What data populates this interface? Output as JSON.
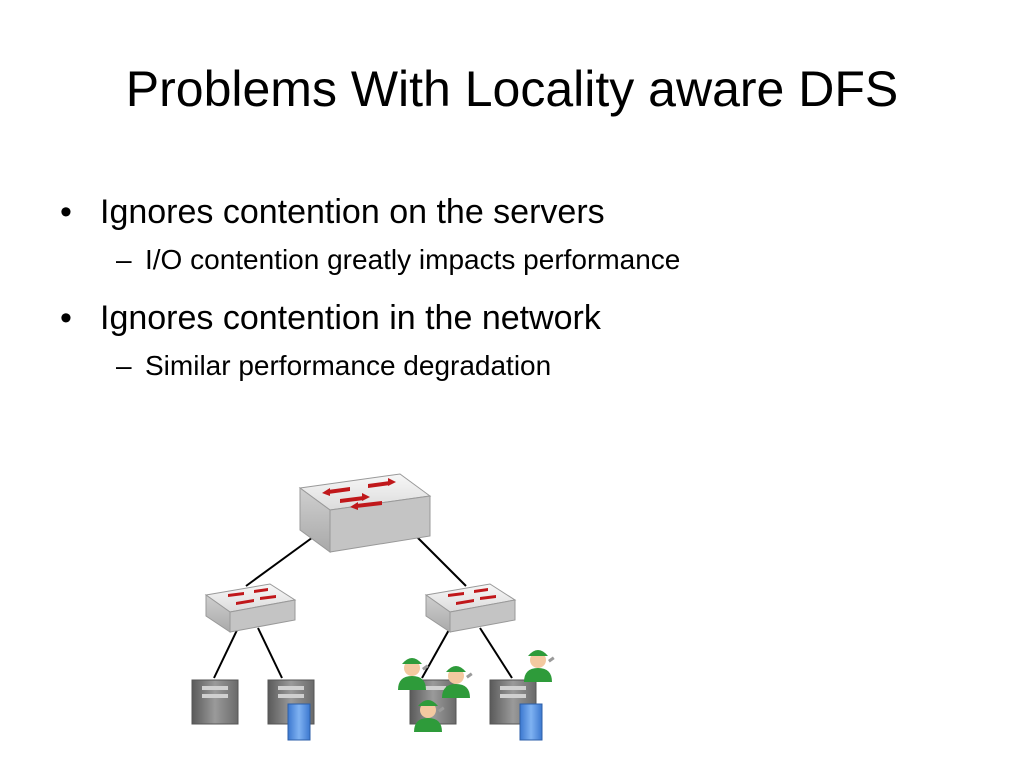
{
  "slide": {
    "title": "Problems With Locality aware DFS",
    "bullets": [
      {
        "text": "Ignores contention on the servers",
        "sub": "I/O contention greatly impacts performance"
      },
      {
        "text": "Ignores contention in the network",
        "sub": "Similar performance degradation"
      }
    ],
    "bullet_glyph": "•",
    "dash_glyph": "–"
  },
  "diagram": {
    "nodes": [
      "core-switch",
      "aggregation-switch-left",
      "aggregation-switch-right",
      "server-1",
      "server-2",
      "server-3",
      "server-4"
    ],
    "colors": {
      "switch_face": "#e6e6e6",
      "arrow": "#c0181b",
      "server": "#7f7f7f",
      "disk": "#4f8fe0",
      "worker_shirt": "#2e9b3a"
    }
  }
}
